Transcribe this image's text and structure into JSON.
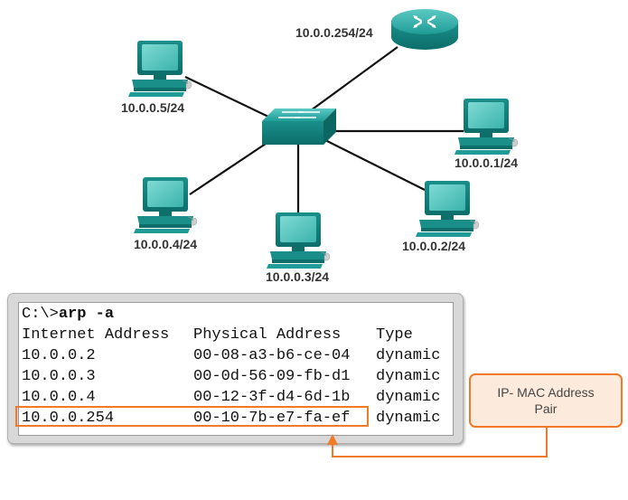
{
  "diagram": {
    "router": {
      "label": "10.0.0.254/24"
    },
    "hosts": [
      {
        "id": "pc-5",
        "label": "10.0.0.5/24"
      },
      {
        "id": "pc-1",
        "label": "10.0.0.1/24"
      },
      {
        "id": "pc-4",
        "label": "10.0.0.4/24"
      },
      {
        "id": "pc-3",
        "label": "10.0.0.3/24"
      },
      {
        "id": "pc-2",
        "label": "10.0.0.2/24"
      }
    ]
  },
  "terminal": {
    "prompt": "C:\\>",
    "command": "arp -a",
    "headers": [
      "Internet Address",
      "Physical Address",
      "Type"
    ],
    "rows": [
      [
        "10.0.0.2",
        "00-08-a3-b6-ce-04",
        "dynamic"
      ],
      [
        "10.0.0.3",
        "00-0d-56-09-fb-d1",
        "dynamic"
      ],
      [
        "10.0.0.4",
        "00-12-3f-d4-6d-1b",
        "dynamic"
      ],
      [
        "10.0.0.254",
        "00-10-7b-e7-fa-ef",
        "dynamic"
      ]
    ]
  },
  "callout": {
    "line1": "IP- MAC Address",
    "line2": "Pair"
  },
  "colors": {
    "device": "#1a9a96",
    "accent": "#f07a28",
    "callout_bg": "#fcebdc"
  }
}
